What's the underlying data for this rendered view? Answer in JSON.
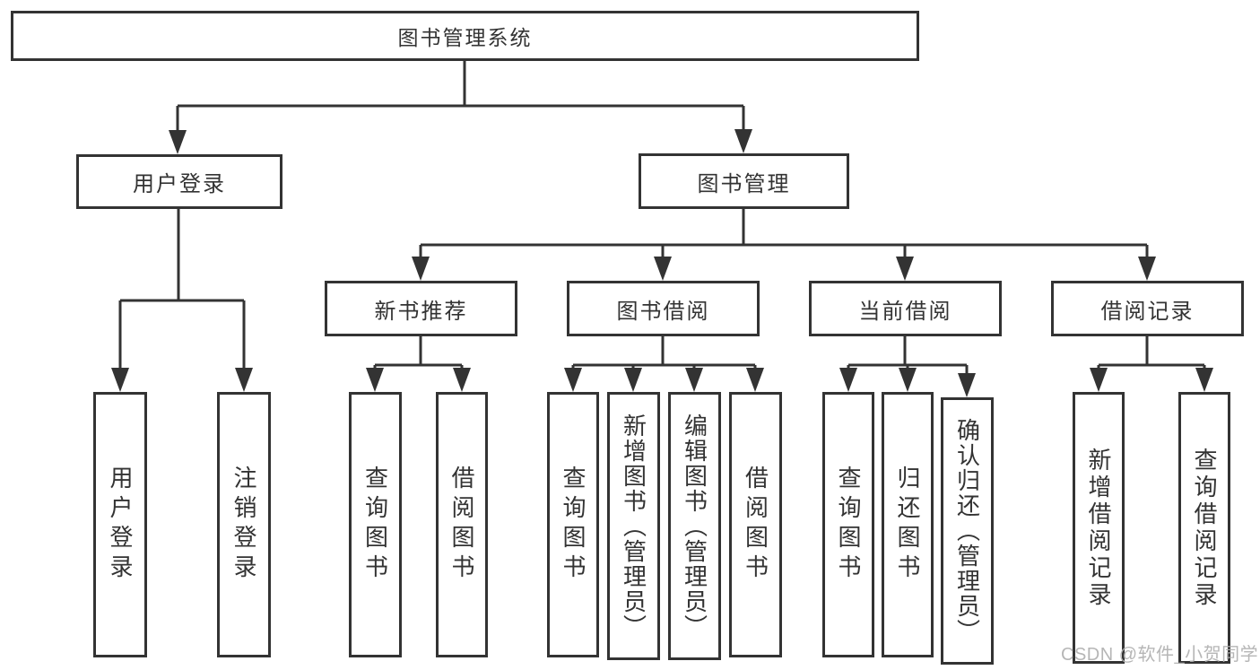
{
  "diagram": {
    "type": "org-tree",
    "title": "图书管理系统",
    "colors": {
      "line": "#333333",
      "text": "#333333",
      "box_background": "#ffffff",
      "page_background": "#ffffff",
      "watermark": "#b0b0b0"
    },
    "nodes": {
      "root": {
        "label": "图书管理系统",
        "children": [
          "user_login",
          "book_mgmt"
        ]
      },
      "user_login": {
        "label": "用户登录",
        "children": [
          "leaf_user_login",
          "leaf_logout"
        ]
      },
      "book_mgmt": {
        "label": "图书管理",
        "children": [
          "new_book_rec",
          "book_borrow",
          "curr_borrow",
          "borrow_record"
        ]
      },
      "new_book_rec": {
        "label": "新书推荐",
        "children": [
          "leaf_query_book_1",
          "leaf_borrow_book_1"
        ]
      },
      "book_borrow": {
        "label": "图书借阅",
        "children": [
          "leaf_query_book_2",
          "leaf_add_book",
          "leaf_edit_book",
          "leaf_borrow_book_2"
        ]
      },
      "curr_borrow": {
        "label": "当前借阅",
        "children": [
          "leaf_query_book_3",
          "leaf_return_book",
          "leaf_confirm_return"
        ]
      },
      "borrow_record": {
        "label": "借阅记录",
        "children": [
          "leaf_add_record",
          "leaf_query_record"
        ]
      },
      "leaf_user_login": {
        "label": "用户登录"
      },
      "leaf_logout": {
        "label": "注销登录"
      },
      "leaf_query_book_1": {
        "label": "查询图书"
      },
      "leaf_borrow_book_1": {
        "label": "借阅图书"
      },
      "leaf_query_book_2": {
        "label": "查询图书"
      },
      "leaf_add_book": {
        "label": "新增图书（管理员）"
      },
      "leaf_edit_book": {
        "label": "编辑图书（管理员）"
      },
      "leaf_borrow_book_2": {
        "label": "借阅图书"
      },
      "leaf_query_book_3": {
        "label": "查询图书"
      },
      "leaf_return_book": {
        "label": "归还图书"
      },
      "leaf_confirm_return": {
        "label": "确认归还（管理员）"
      },
      "leaf_add_record": {
        "label": "新增借阅记录"
      },
      "leaf_query_record": {
        "label": "查询借阅记录"
      }
    },
    "watermark": {
      "text": "CSDN @软件_小贺同学"
    }
  }
}
